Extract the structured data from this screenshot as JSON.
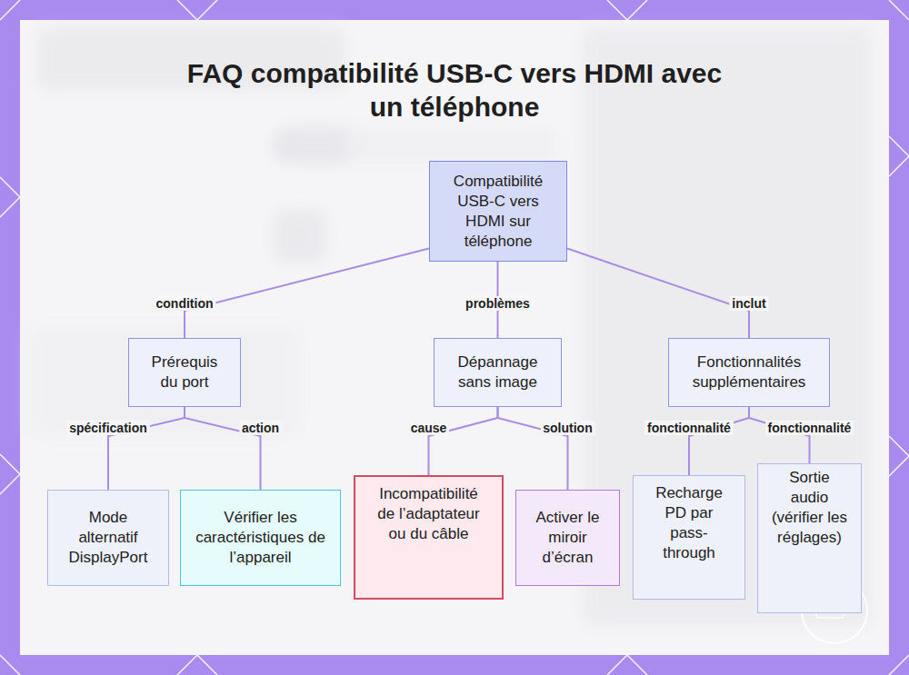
{
  "diagram": {
    "title": "FAQ compatibilité USB-C vers HDMI avec un téléphone",
    "nodes": [
      {
        "text": [
          "Compatibilité USB-C vers HDMI sur téléphone"
        ]
      },
      {
        "text": [
          "Prérequis du port"
        ]
      },
      {
        "text": [
          "Dépannage sans image"
        ]
      },
      {
        "text": [
          "Fonctionnalités supplémentaires"
        ]
      },
      {
        "text": [
          "Mode alternatif DisplayPort"
        ]
      },
      {
        "text": [
          "Vérifier les caractéristiques de l’appareil"
        ]
      },
      {
        "text": [
          "Incompatibilité de l’adaptateur ou du câble"
        ]
      },
      {
        "text": [
          "Activer le miroir d’écran"
        ]
      },
      {
        "text": [
          "Recharge PD par pass-through"
        ]
      },
      {
        "text": [
          "Sortie audio (vérifier les réglages)"
        ]
      }
    ],
    "edges": [
      {
        "from": 0,
        "to": 1,
        "label": "condition",
        "arrow": "none"
      },
      {
        "from": 0,
        "to": 2,
        "label": "problèmes",
        "arrow": "none"
      },
      {
        "from": 0,
        "to": 3,
        "label": "inclut",
        "arrow": "none"
      },
      {
        "from": 1,
        "to": 4,
        "label": "spécification",
        "arrow": "none"
      },
      {
        "from": 1,
        "to": 5,
        "label": "action",
        "arrow": "none"
      },
      {
        "from": 2,
        "to": 6,
        "label": "cause",
        "arrow": "none"
      },
      {
        "from": 2,
        "to": 7,
        "label": "solution",
        "arrow": "none"
      },
      {
        "from": 3,
        "to": 8,
        "label": "fonctionnalité",
        "arrow": "none"
      },
      {
        "from": 3,
        "to": 9,
        "label": "fonctionnalité",
        "arrow": "none"
      }
    ]
  }
}
